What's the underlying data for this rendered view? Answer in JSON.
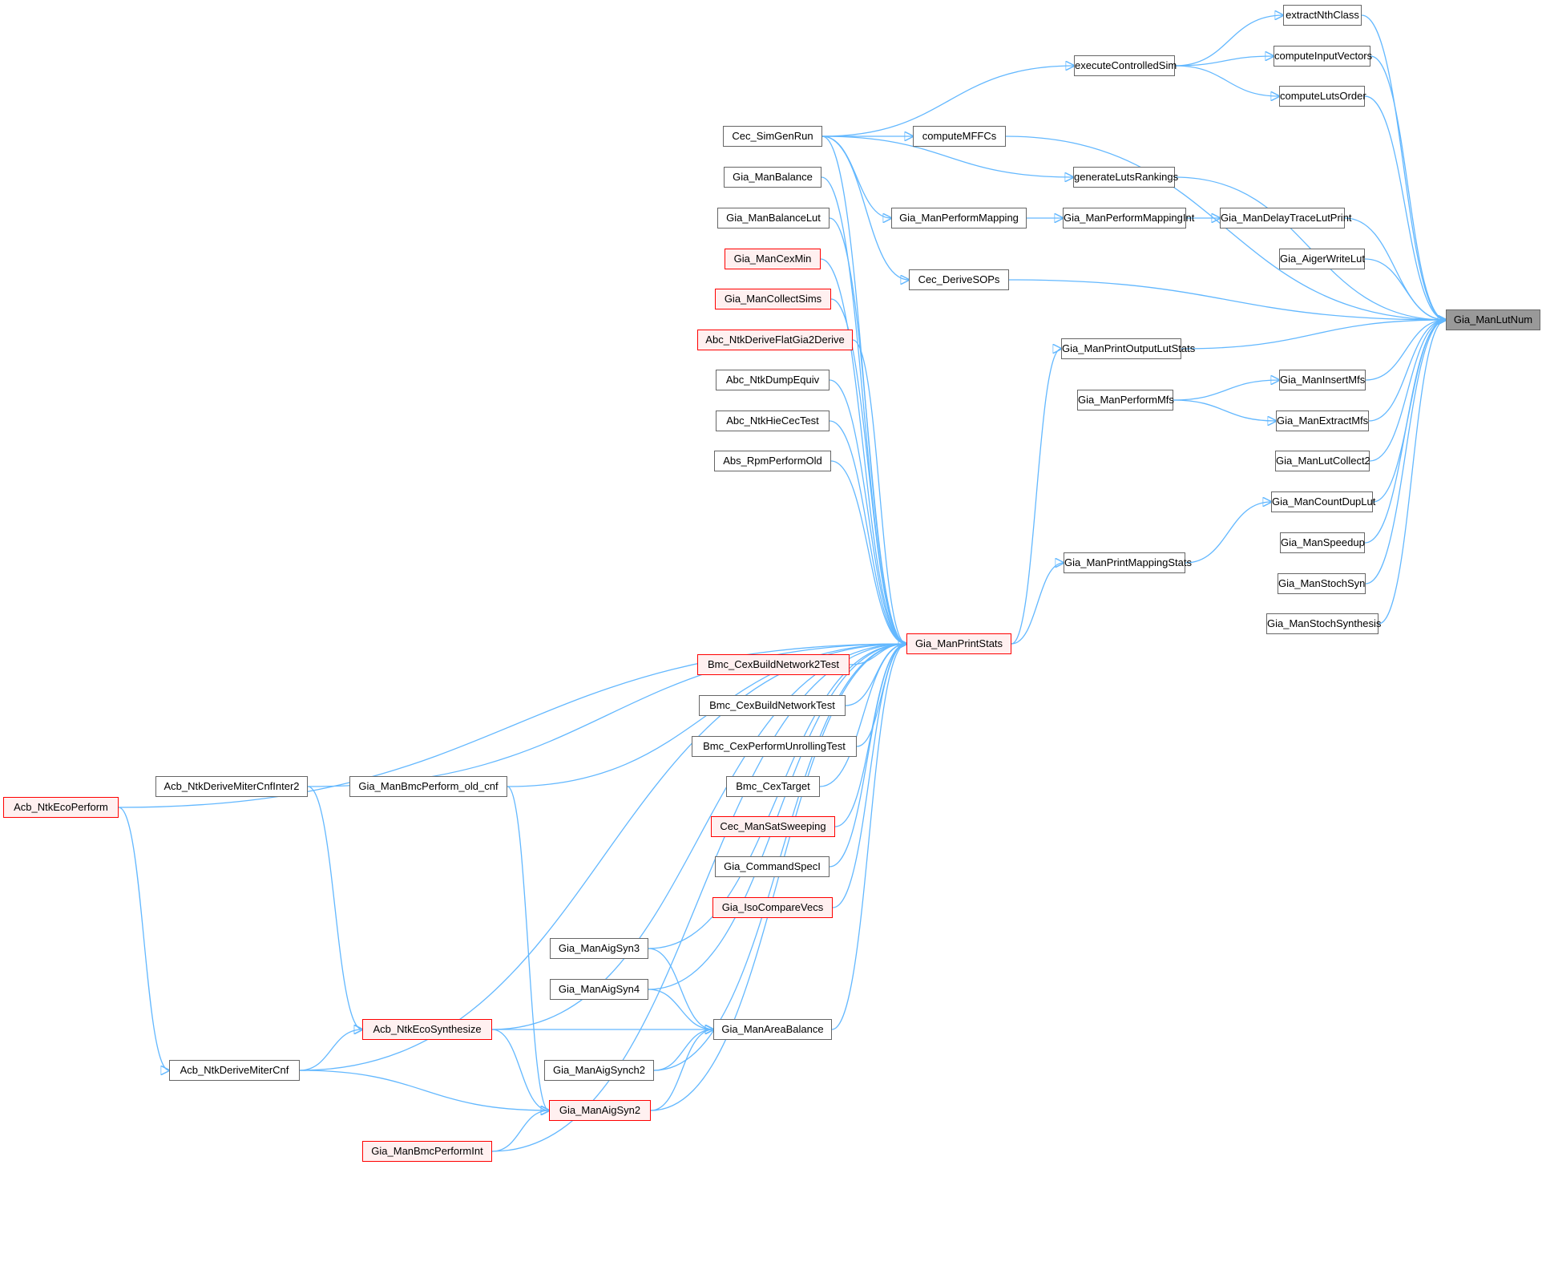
{
  "title": "Gia_ManLutNum caller graph",
  "colors": {
    "edge": "#63b8ff",
    "node_border": "#666666",
    "node_fill": "#ffffff",
    "truncated_border": "#ff0000",
    "truncated_fill": "#fff0f0",
    "target_fill": "#999999"
  },
  "target": "Gia_ManLutNum",
  "nodes": [
    {
      "id": "Gia_ManLutNum",
      "label": "Gia_ManLutNum",
      "style": "target"
    },
    {
      "id": "extractNthClass",
      "label": "extractNthClass",
      "style": "normal"
    },
    {
      "id": "computeInputVectors",
      "label": "computeInputVectors",
      "style": "normal"
    },
    {
      "id": "computeLutsOrder",
      "label": "computeLutsOrder",
      "style": "normal"
    },
    {
      "id": "executeControlledSim",
      "label": "executeControlledSim",
      "style": "normal"
    },
    {
      "id": "Cec_SimGenRun",
      "label": "Cec_SimGenRun",
      "style": "normal"
    },
    {
      "id": "computeMFFCs",
      "label": "computeMFFCs",
      "style": "normal"
    },
    {
      "id": "generateLutsRankings",
      "label": "generateLutsRankings",
      "style": "normal"
    },
    {
      "id": "Gia_ManPerformMapping",
      "label": "Gia_ManPerformMapping",
      "style": "normal"
    },
    {
      "id": "Gia_ManPerformMappingInt",
      "label": "Gia_ManPerformMappingInt",
      "style": "normal"
    },
    {
      "id": "Gia_ManDelayTraceLutPrint",
      "label": "Gia_ManDelayTraceLutPrint",
      "style": "normal"
    },
    {
      "id": "Gia_AigerWriteLut",
      "label": "Gia_AigerWriteLut",
      "style": "normal"
    },
    {
      "id": "Cec_DeriveSOPs",
      "label": "Cec_DeriveSOPs",
      "style": "normal"
    },
    {
      "id": "Gia_ManPrintOutputLutStats",
      "label": "Gia_ManPrintOutputLutStats",
      "style": "normal"
    },
    {
      "id": "Gia_ManInsertMfs",
      "label": "Gia_ManInsertMfs",
      "style": "normal"
    },
    {
      "id": "Gia_ManPerformMfs",
      "label": "Gia_ManPerformMfs",
      "style": "normal"
    },
    {
      "id": "Gia_ManExtractMfs",
      "label": "Gia_ManExtractMfs",
      "style": "normal"
    },
    {
      "id": "Gia_ManLutCollect2",
      "label": "Gia_ManLutCollect2",
      "style": "normal"
    },
    {
      "id": "Gia_ManCountDupLut",
      "label": "Gia_ManCountDupLut",
      "style": "normal"
    },
    {
      "id": "Gia_ManSpeedup",
      "label": "Gia_ManSpeedup",
      "style": "normal"
    },
    {
      "id": "Gia_ManStochSyn",
      "label": "Gia_ManStochSyn",
      "style": "normal"
    },
    {
      "id": "Gia_ManStochSynthesis",
      "label": "Gia_ManStochSynthesis",
      "style": "normal"
    },
    {
      "id": "Gia_ManPrintMappingStats",
      "label": "Gia_ManPrintMappingStats",
      "style": "normal"
    },
    {
      "id": "Gia_ManPrintStats",
      "label": "Gia_ManPrintStats",
      "style": "red"
    },
    {
      "id": "Gia_ManBalance",
      "label": "Gia_ManBalance",
      "style": "normal"
    },
    {
      "id": "Gia_ManBalanceLut",
      "label": "Gia_ManBalanceLut",
      "style": "normal"
    },
    {
      "id": "Gia_ManCexMin",
      "label": "Gia_ManCexMin",
      "style": "red"
    },
    {
      "id": "Gia_ManCollectSims",
      "label": "Gia_ManCollectSims",
      "style": "red"
    },
    {
      "id": "Abc_NtkDeriveFlatGia2Derive",
      "label": "Abc_NtkDeriveFlatGia2Derive",
      "style": "red"
    },
    {
      "id": "Abc_NtkDumpEquiv",
      "label": "Abc_NtkDumpEquiv",
      "style": "normal"
    },
    {
      "id": "Abc_NtkHieCecTest",
      "label": "Abc_NtkHieCecTest",
      "style": "normal"
    },
    {
      "id": "Abs_RpmPerformOld",
      "label": "Abs_RpmPerformOld",
      "style": "normal"
    },
    {
      "id": "Bmc_CexBuildNetwork2Test",
      "label": "Bmc_CexBuildNetwork2Test",
      "style": "red"
    },
    {
      "id": "Bmc_CexBuildNetworkTest",
      "label": "Bmc_CexBuildNetworkTest",
      "style": "normal"
    },
    {
      "id": "Bmc_CexPerformUnrollingTest",
      "label": "Bmc_CexPerformUnrollingTest",
      "style": "normal"
    },
    {
      "id": "Bmc_CexTarget",
      "label": "Bmc_CexTarget",
      "style": "normal"
    },
    {
      "id": "Cec_ManSatSweeping",
      "label": "Cec_ManSatSweeping",
      "style": "red"
    },
    {
      "id": "Gia_CommandSpecI",
      "label": "Gia_CommandSpecI",
      "style": "normal"
    },
    {
      "id": "Gia_IsoCompareVecs",
      "label": "Gia_IsoCompareVecs",
      "style": "red"
    },
    {
      "id": "Gia_ManAigSyn3",
      "label": "Gia_ManAigSyn3",
      "style": "normal"
    },
    {
      "id": "Gia_ManAigSyn4",
      "label": "Gia_ManAigSyn4",
      "style": "normal"
    },
    {
      "id": "Gia_ManAreaBalance",
      "label": "Gia_ManAreaBalance",
      "style": "normal"
    },
    {
      "id": "Acb_NtkEcoSynthesize",
      "label": "Acb_NtkEcoSynthesize",
      "style": "red"
    },
    {
      "id": "Gia_ManAigSynch2",
      "label": "Gia_ManAigSynch2",
      "style": "normal"
    },
    {
      "id": "Gia_ManAigSyn2",
      "label": "Gia_ManAigSyn2",
      "style": "red"
    },
    {
      "id": "Gia_ManBmcPerformInt",
      "label": "Gia_ManBmcPerformInt",
      "style": "red"
    },
    {
      "id": "Acb_NtkEcoPerform",
      "label": "Acb_NtkEcoPerform",
      "style": "red"
    },
    {
      "id": "Acb_NtkDeriveMiterCnfInter2",
      "label": "Acb_NtkDeriveMiterCnfInter2",
      "style": "normal"
    },
    {
      "id": "Gia_ManBmcPerform_old_cnf",
      "label": "Gia_ManBmcPerform_old_cnf",
      "style": "normal"
    },
    {
      "id": "Acb_NtkDeriveMiterCnf",
      "label": "Acb_NtkDeriveMiterCnf",
      "style": "normal"
    }
  ],
  "edges": [
    [
      "extractNthClass",
      "Gia_ManLutNum"
    ],
    [
      "computeInputVectors",
      "Gia_ManLutNum"
    ],
    [
      "computeLutsOrder",
      "Gia_ManLutNum"
    ],
    [
      "computeMFFCs",
      "Gia_ManLutNum"
    ],
    [
      "generateLutsRankings",
      "Gia_ManLutNum"
    ],
    [
      "Gia_ManDelayTraceLutPrint",
      "Gia_ManLutNum"
    ],
    [
      "Gia_AigerWriteLut",
      "Gia_ManLutNum"
    ],
    [
      "Cec_DeriveSOPs",
      "Gia_ManLutNum"
    ],
    [
      "Gia_ManPrintOutputLutStats",
      "Gia_ManLutNum"
    ],
    [
      "Gia_ManInsertMfs",
      "Gia_ManLutNum"
    ],
    [
      "Gia_ManExtractMfs",
      "Gia_ManLutNum"
    ],
    [
      "Gia_ManLutCollect2",
      "Gia_ManLutNum"
    ],
    [
      "Gia_ManCountDupLut",
      "Gia_ManLutNum"
    ],
    [
      "Gia_ManSpeedup",
      "Gia_ManLutNum"
    ],
    [
      "Gia_ManStochSyn",
      "Gia_ManLutNum"
    ],
    [
      "Gia_ManStochSynthesis",
      "Gia_ManLutNum"
    ],
    [
      "executeControlledSim",
      "extractNthClass"
    ],
    [
      "executeControlledSim",
      "computeInputVectors"
    ],
    [
      "executeControlledSim",
      "computeLutsOrder"
    ],
    [
      "Cec_SimGenRun",
      "executeControlledSim"
    ],
    [
      "Cec_SimGenRun",
      "computeMFFCs"
    ],
    [
      "Cec_SimGenRun",
      "generateLutsRankings"
    ],
    [
      "Cec_SimGenRun",
      "Gia_ManPerformMapping"
    ],
    [
      "Cec_SimGenRun",
      "Cec_DeriveSOPs"
    ],
    [
      "Gia_ManPerformMapping",
      "Gia_ManPerformMappingInt"
    ],
    [
      "Gia_ManPerformMappingInt",
      "Gia_ManDelayTraceLutPrint"
    ],
    [
      "Gia_ManPerformMfs",
      "Gia_ManInsertMfs"
    ],
    [
      "Gia_ManPerformMfs",
      "Gia_ManExtractMfs"
    ],
    [
      "Gia_ManPrintMappingStats",
      "Gia_ManCountDupLut"
    ],
    [
      "Gia_ManPrintStats",
      "Gia_ManPrintOutputLutStats"
    ],
    [
      "Gia_ManPrintStats",
      "Gia_ManPrintMappingStats"
    ],
    [
      "Cec_SimGenRun",
      "Gia_ManPrintStats"
    ],
    [
      "Gia_ManBalance",
      "Gia_ManPrintStats"
    ],
    [
      "Gia_ManBalanceLut",
      "Gia_ManPrintStats"
    ],
    [
      "Gia_ManCexMin",
      "Gia_ManPrintStats"
    ],
    [
      "Gia_ManCollectSims",
      "Gia_ManPrintStats"
    ],
    [
      "Abc_NtkDeriveFlatGia2Derive",
      "Gia_ManPrintStats"
    ],
    [
      "Abc_NtkDumpEquiv",
      "Gia_ManPrintStats"
    ],
    [
      "Abc_NtkHieCecTest",
      "Gia_ManPrintStats"
    ],
    [
      "Abs_RpmPerformOld",
      "Gia_ManPrintStats"
    ],
    [
      "Acb_NtkEcoPerform",
      "Gia_ManPrintStats"
    ],
    [
      "Acb_NtkDeriveMiterCnfInter2",
      "Gia_ManPrintStats"
    ],
    [
      "Gia_ManBmcPerform_old_cnf",
      "Gia_ManPrintStats"
    ],
    [
      "Acb_NtkEcoSynthesize",
      "Gia_ManPrintStats"
    ],
    [
      "Bmc_CexBuildNetwork2Test",
      "Gia_ManPrintStats"
    ],
    [
      "Bmc_CexBuildNetworkTest",
      "Gia_ManPrintStats"
    ],
    [
      "Bmc_CexPerformUnrollingTest",
      "Gia_ManPrintStats"
    ],
    [
      "Bmc_CexTarget",
      "Gia_ManPrintStats"
    ],
    [
      "Cec_ManSatSweeping",
      "Gia_ManPrintStats"
    ],
    [
      "Gia_CommandSpecI",
      "Gia_ManPrintStats"
    ],
    [
      "Gia_IsoCompareVecs",
      "Gia_ManPrintStats"
    ],
    [
      "Gia_ManAigSyn3",
      "Gia_ManPrintStats"
    ],
    [
      "Gia_ManAigSyn4",
      "Gia_ManPrintStats"
    ],
    [
      "Gia_ManAreaBalance",
      "Gia_ManPrintStats"
    ],
    [
      "Gia_ManAigSynch2",
      "Gia_ManPrintStats"
    ],
    [
      "Gia_ManAigSyn2",
      "Gia_ManPrintStats"
    ],
    [
      "Gia_ManBmcPerformInt",
      "Gia_ManPrintStats"
    ],
    [
      "Acb_NtkDeriveMiterCnf",
      "Gia_ManPrintStats"
    ],
    [
      "Gia_ManAigSyn3",
      "Gia_ManAreaBalance"
    ],
    [
      "Gia_ManAigSyn4",
      "Gia_ManAreaBalance"
    ],
    [
      "Acb_NtkEcoSynthesize",
      "Gia_ManAreaBalance"
    ],
    [
      "Gia_ManAigSynch2",
      "Gia_ManAreaBalance"
    ],
    [
      "Gia_ManAigSyn2",
      "Gia_ManAreaBalance"
    ],
    [
      "Acb_NtkEcoSynthesize",
      "Gia_ManAigSyn2"
    ],
    [
      "Gia_ManBmcPerform_old_cnf",
      "Gia_ManAigSyn2"
    ],
    [
      "Acb_NtkDeriveMiterCnf",
      "Gia_ManAigSyn2"
    ],
    [
      "Gia_ManBmcPerformInt",
      "Gia_ManAigSyn2"
    ],
    [
      "Acb_NtkDeriveMiterCnfInter2",
      "Acb_NtkEcoSynthesize"
    ],
    [
      "Acb_NtkDeriveMiterCnf",
      "Acb_NtkEcoSynthesize"
    ],
    [
      "Acb_NtkEcoPerform",
      "Acb_NtkDeriveMiterCnf"
    ]
  ]
}
